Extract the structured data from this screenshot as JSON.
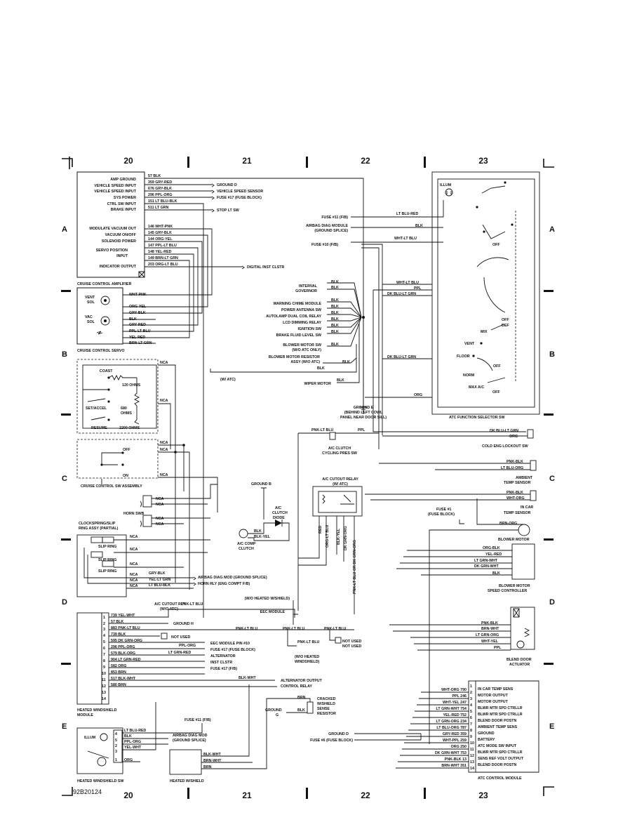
{
  "columns": [
    "20",
    "21",
    "22",
    "23"
  ],
  "rows": [
    "A",
    "B",
    "C",
    "D",
    "E"
  ],
  "drawing_number": "92B20124",
  "cruise_amp": {
    "title": "CRUISE CONTROL AMPLIFIER",
    "pins": [
      "AMP GROUND",
      "VEHICLE SPEED INPUT",
      "VEHICLE SPEED INPUT",
      "SYS POWER",
      "CTRL SW INPUT",
      "BRAKE INPUT",
      "MODULATE VACUUM OUT",
      "VACUUM ON/OFF",
      "SOLENOID POWER",
      "SERVO POSITION",
      "INPUT",
      "INDICATOR OUTPUT"
    ],
    "wires": [
      "57 BLK",
      "359 GRY-RED",
      "676 GRY-BLK",
      "296 PPL-ORG",
      "151 LT BLU-BLK",
      "511 LT GRN",
      "146 WHT-PNK",
      "145 GRY-BLK",
      "144 ORG-YEL",
      "147 PPL-LT BLU",
      "148 YEL-RED",
      "149 BRN-LT GRN",
      "203 ORG-LT BLU"
    ],
    "dests": [
      "GROUND D",
      "VEHICLE SPEED SENSOR",
      "FUSE #17 (FUSE BLOCK)",
      "STOP LT SW",
      "DIGITAL INST CLSTR"
    ]
  },
  "servo": {
    "title": "CRUISE CONTROL SERVO",
    "labels": [
      "VENT",
      "SOL",
      "VAC",
      "SOL"
    ],
    "wires": [
      "WHT-PNK",
      "ORG-YEL",
      "GRY-BLK",
      "BLK",
      "GRY-RED",
      "PPL-LT BLU",
      "YEL-RED",
      "BRN-LT GRN"
    ]
  },
  "cruise_sw": {
    "title": "CRUISE CONTROL SW ASSEMBLY",
    "labels": [
      "COAST",
      "120 OHMS",
      "SET/ACCEL",
      "680",
      "OHMS",
      "RESUME",
      "2200 OHMS",
      "OFF",
      "ON",
      "NCA"
    ]
  },
  "horn": {
    "horn_swb": "HORN SWB",
    "clockspring": [
      "CLOCKSPRING/SLIP",
      "RING ASSY (PARTIAL)"
    ],
    "slip_ring": "SLIP RING",
    "wires": [
      "GRY-BLK",
      "YEL-LT GRN",
      "LT BLU-BLK"
    ],
    "dests": [
      "AIRBAG DIAG MOD (GROUND SPLICE)",
      "HORN RLY (ENG COMPT F/B)"
    ]
  },
  "heated_ws_module": {
    "title": "HEATED WINDSHIELD",
    "title2": "MODULE",
    "wires": [
      "739 YEL-WHT",
      "57 BLK",
      "883 PNK-LT BLU",
      "739 BLK",
      "595 DK GRN-ORG",
      "296 PPL-ORG",
      "579 BLK-ORG",
      "904 LT GRN-RED",
      "582 ORG",
      "853 BRN",
      "517 BLK-WHT",
      "580 BRN"
    ],
    "pins": [
      "1",
      "2",
      "3",
      "4",
      "5",
      "6",
      "7",
      "8",
      "9",
      "10",
      "11",
      "12",
      "13",
      "14"
    ],
    "dests": [
      "GROUND H",
      "NOT USED",
      "EEC MODULE PIN #10",
      "FUSE #17 (FUSE BLOCK)",
      "ALTERNATOR",
      "INST CLSTR",
      "FUSE #17 (F/B)",
      "ALTERNATOR OUTPUT",
      "CONTROL RELAY"
    ],
    "side_wires": [
      "PPL-ORG",
      "LT GRN-RED",
      "BLK-WHT"
    ]
  },
  "heated_ws_sw": {
    "title": "HEATED WINDSHIELD SW",
    "illum": "ILLUM",
    "wires": [
      "LT BLU-RED",
      "BLK",
      "PPL-ORG",
      "YEL-WHT",
      "ORG"
    ],
    "pins": [
      "4",
      "5",
      "2",
      "3",
      "1"
    ],
    "fuse": "FUSE #11 (F/B)",
    "dest": [
      "AIRBAG DIAG MOD",
      "(GROUND SPLICE)"
    ]
  },
  "heated_wshield": {
    "title": "HEATED W/SHIELD",
    "wires": [
      "BLK-WHT",
      "BRN-WHT",
      "BRN"
    ]
  },
  "center": {
    "ground_e": [
      "GROUND E",
      "(BEHIND LEFT COWL",
      "PANEL NEAR DOOR SILL)"
    ],
    "ground_b": "GROUND B",
    "wa_atc": "(W/ ATC)",
    "clutch_diode": [
      "A/C",
      "CLUTCH",
      "DIODE"
    ],
    "comp_clutch": [
      "A/C COMP",
      "CLUTCH"
    ],
    "cycling": [
      "A/C CLUTCH",
      "CYCLING PRES SW"
    ],
    "cutout": [
      "A/C CUTOUT RELAY",
      "(W/ ATC)"
    ],
    "cutout_rly": [
      "A/C CUTOUT RLY",
      "(W/O ATC)"
    ],
    "eec": "EEC MODULE",
    "wo_heated": "(W/O HEATED W/SHIELD)",
    "w_heated": [
      "(W/O HEATED",
      "WINDSHIELD)"
    ],
    "cracked": [
      "CRACKED",
      "W/SHIELD",
      "SENSE",
      "RESISTOR"
    ],
    "ground_g": [
      "GROUND",
      "G"
    ],
    "fuse11": "FUSE #11 (F/B)",
    "airbag_diag": [
      "AIRBAG DIAG MODULE",
      "(GROUND SPLICE)"
    ],
    "fuse10": "FUSE #10 (F/B)",
    "ground_splice_list": [
      "INTERVAL",
      "GOVERNOR",
      "WARNING CHIME MODULE",
      "POWER ANTENNA SW",
      "AUTOLAMP DUAL COIL RELAY",
      "LCD DIMMING RELAY",
      "IGNITION SW",
      "BRAKE FLUID LEVEL SW",
      "BLOWER MOTOR SW",
      "(W/O ATC ONLY)",
      "BLOWER MOTOR RESISTOR",
      "ASSY (W/O ATC)",
      "WIPER MOTOR"
    ],
    "wires": [
      "BLK",
      "PNK-LT BLU",
      "PPL",
      "BLK-YEL",
      "RED",
      "ORG-LT BLU",
      "BLK-YEL",
      "DK GRN-ORG",
      "PNK-LT BLU OR DK GRN-ORG",
      "BRN",
      "NOT USED"
    ]
  },
  "atc_selector": {
    "title": "ATC FUNCTION SELECTOR SW",
    "labels": [
      "ILLUM",
      "OFF",
      "OFF",
      "DEF",
      "MIX",
      "VENT",
      "FLOOR",
      "NORM",
      "MAX A/C",
      "OFF"
    ],
    "wires": [
      "LT BLU-RED",
      "BLK",
      "WHT-LT BLU",
      "WHT-LT BLU",
      "PPL",
      "DK BLU-LT GRN",
      "DK BLU-LT GRN",
      "ORG"
    ]
  },
  "right_comp": {
    "cold_eng": "COLD ENG LOCKOUT SW",
    "cold_wires": [
      "DK BLU-LT GRN",
      "ORG"
    ],
    "ambient": [
      "AMBIENT",
      "TEMP SENSOR"
    ],
    "ambient_wires": [
      "PNK-BLK",
      "LT BLU-ORG"
    ],
    "incar": [
      "IN CAR",
      "TEMP SENSOR"
    ],
    "incar_wires": [
      "PNK-BLK",
      "WHT-ORG"
    ],
    "fuse1": [
      "FUSE #1",
      "(FUSE BLOCK)"
    ],
    "blower_motor": "BLOWER MOTOR",
    "blower_wire": "BRN-ORG",
    "speed_ctrl": [
      "BLOWER MOTOR",
      "SPEED CONTROLLER"
    ],
    "speed_wires": [
      "ORG-BLK",
      "YEL-RED",
      "LT GRN-WHT",
      "DK GRN-WHT",
      "BLK"
    ],
    "door_act": [
      "BLEND DOOR",
      "ACTUATOR"
    ],
    "door_wires": [
      "PNK-BLK",
      "BRN-WHT",
      "LT GRN-ORG",
      "WHT-YEL",
      "PPL"
    ]
  },
  "atc_module": {
    "title": "ATC CONTROL MODULE",
    "wires": [
      "WHT-ORG 790",
      "PPL 246",
      "WHT-YEL 247",
      "LT GRN-WHT 754",
      "YEL-RED 752",
      "LT GRN-ORG 234",
      "LT BLU-ORG 787",
      "GRY-RED 359",
      "WHT-PPL 259",
      "ORG 250",
      "DK GRN-WHT 753",
      "PNK-BLK 13",
      "BRN-WHT 351"
    ],
    "pins": [
      "1",
      "2",
      "3",
      "4",
      "5",
      "6",
      "7",
      "8",
      "9",
      "10",
      "11",
      "12",
      "13",
      "14"
    ],
    "functions": [
      "IN CAR TEMP SENS",
      "MOTOR OUTPUT",
      "MOTOR OUTPUT",
      "BLWR MTR SPD CTRLLR",
      "BLWR MTR SPD CTRLLR",
      "BLEND DOOR POSTN",
      "AMBIENT TEMP SENS",
      "GROUND",
      "BATTERY",
      "ATC MODE SW INPUT",
      "BLWR MTR SPD CTRLLR",
      "SENS REF VOLT OUTPUT",
      "BLEND DOOR POSTN"
    ],
    "ground_d": "GROUND D",
    "fuse6": "FUSE #6 (FUSE BLOCK)"
  }
}
